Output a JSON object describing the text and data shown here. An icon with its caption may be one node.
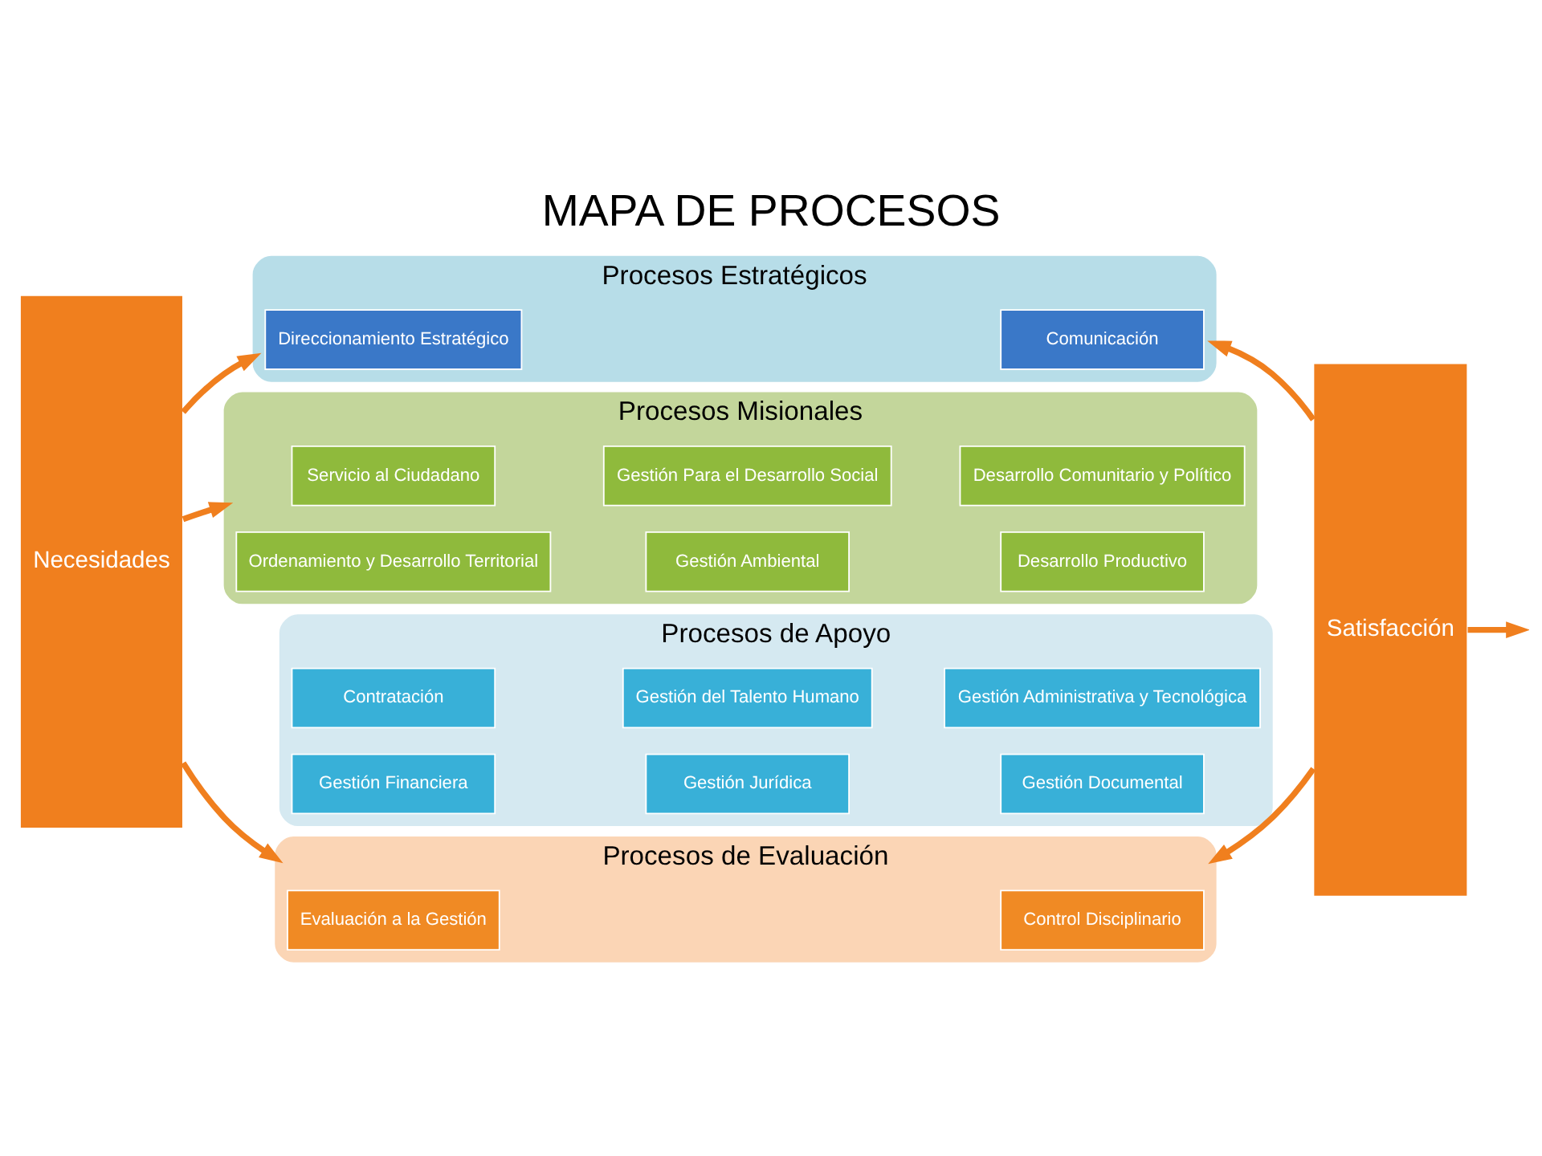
{
  "diagram": {
    "title": "MAPA DE PROCESOS",
    "nodes": [
      {
        "text": [
          "Necesidades"
        ]
      },
      {
        "text": [
          "Procesos Estratégicos"
        ]
      },
      {
        "text": [
          "Direccionamiento Estratégico"
        ],
        "in": 1
      },
      {
        "text": [
          "Comunicación"
        ],
        "in": 1
      },
      {
        "text": [
          "Procesos Misionales"
        ]
      },
      {
        "text": [
          "Servicio al Ciudadano"
        ],
        "in": 4
      },
      {
        "text": [
          "Gestión Para el Desarrollo Social"
        ],
        "in": 4
      },
      {
        "text": [
          "Desarrollo Comunitario y Político"
        ],
        "in": 4
      },
      {
        "text": [
          "Ordenamiento y Desarrollo Territorial"
        ],
        "in": 4
      },
      {
        "text": [
          "Gestión Ambiental"
        ],
        "in": 4
      },
      {
        "text": [
          "Desarrollo Productivo"
        ],
        "in": 4
      },
      {
        "text": [
          "Procesos de Apoyo"
        ]
      },
      {
        "text": [
          "Contratación"
        ],
        "in": 11
      },
      {
        "text": [
          "Gestión del Talento Humano"
        ],
        "in": 11
      },
      {
        "text": [
          "Gestión Administrativa y Tecnológica"
        ],
        "in": 11
      },
      {
        "text": [
          "Gestión Financiera"
        ],
        "in": 11
      },
      {
        "text": [
          "Gestión Jurídica"
        ],
        "in": 11
      },
      {
        "text": [
          "Gestión Documental"
        ],
        "in": 11
      },
      {
        "text": [
          "Procesos de Evaluación"
        ]
      },
      {
        "text": [
          "Evaluación a la Gestión"
        ],
        "in": 18
      },
      {
        "text": [
          "Control Disciplinario"
        ],
        "in": 18
      },
      {
        "text": [
          "Satisfacción"
        ]
      }
    ],
    "edges": [
      {
        "from": 0,
        "to": 1,
        "arrow": "to"
      },
      {
        "from": 0,
        "to": 4,
        "arrow": "to"
      },
      {
        "from": 0,
        "to": 18,
        "arrow": "to"
      },
      {
        "from": 21,
        "to": 1,
        "arrow": "to"
      },
      {
        "from": 21,
        "to": 18,
        "arrow": "to"
      },
      {
        "from": 21,
        "to": null,
        "arrow": "to"
      }
    ]
  }
}
